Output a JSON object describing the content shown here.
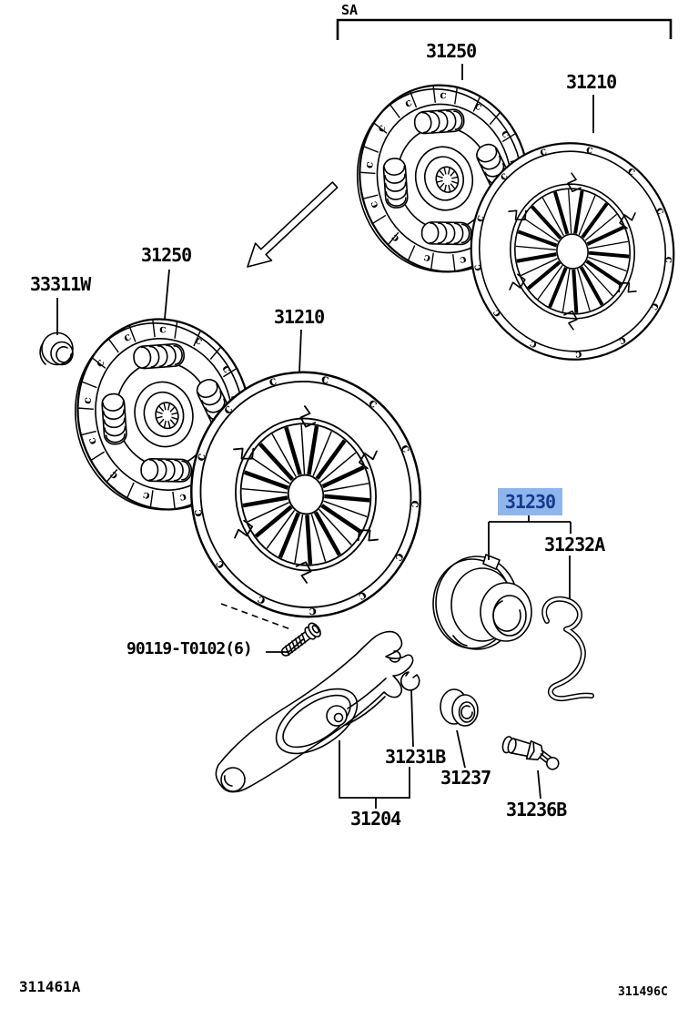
{
  "header": {
    "section_label": "SA"
  },
  "parts": [
    {
      "id": "31250-top",
      "number": "31250"
    },
    {
      "id": "31210-top",
      "number": "31210"
    },
    {
      "id": "31250-left",
      "number": "31250"
    },
    {
      "id": "33311W",
      "number": "33311W"
    },
    {
      "id": "31210-mid",
      "number": "31210"
    },
    {
      "id": "31230",
      "number": "31230",
      "highlighted": true
    },
    {
      "id": "31232A",
      "number": "31232A"
    },
    {
      "id": "90119",
      "number": "90119-T0102(6)"
    },
    {
      "id": "31231B",
      "number": "31231B"
    },
    {
      "id": "31237",
      "number": "31237"
    },
    {
      "id": "31204",
      "number": "31204"
    },
    {
      "id": "31236B",
      "number": "31236B"
    }
  ],
  "highlight": {
    "background": "#8db6ec",
    "text_color": "#17398f"
  },
  "colors": {
    "ink": "#000000",
    "paper": "#ffffff"
  },
  "footer": {
    "left_code": "311461A",
    "right_code": "311496C"
  }
}
